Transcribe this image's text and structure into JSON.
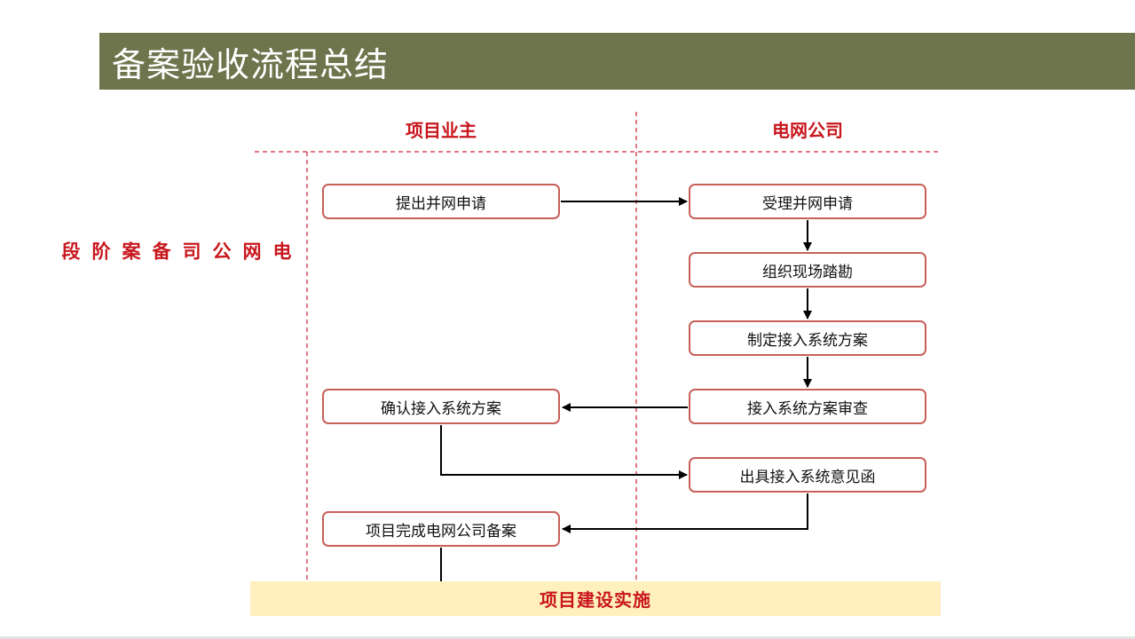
{
  "slide": {
    "title": "备案验收流程总结"
  },
  "lanes": {
    "owner_label": "项目业主",
    "grid_label": "电网公司",
    "stage_label": "电网公司备案阶段"
  },
  "steps": {
    "apply": "提出并网申请",
    "accept": "受理并网申请",
    "survey": "组织现场踏勘",
    "plan": "制定接入系统方案",
    "review": "接入系统方案审查",
    "confirm": "确认接入系统方案",
    "opinion": "出具接入系统意见函",
    "record": "项目完成电网公司备案"
  },
  "footer": {
    "label": "项目建设实施"
  },
  "colors": {
    "title_bar": "#6e754d",
    "accent_red": "#c8161d",
    "box_border": "#c8605a",
    "footer_band": "#fff0bd"
  }
}
